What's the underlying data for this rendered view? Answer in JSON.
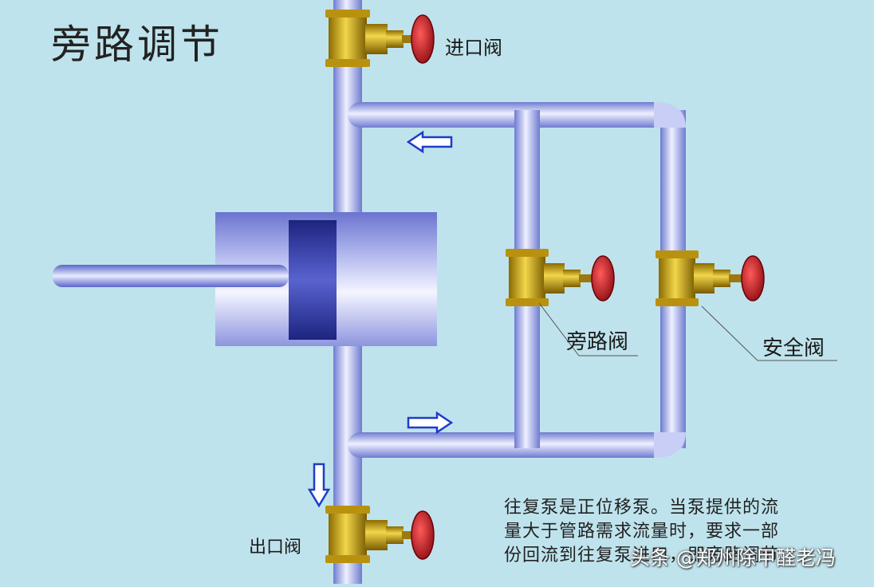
{
  "title": "旁路调节",
  "labels": {
    "inlet_valve": "进口阀",
    "bypass_valve": "旁路阀",
    "safety_valve": "安全阀",
    "outlet_valve": "出口阀"
  },
  "description": [
    "往复泵是正位移泵。当泵提供的流",
    "量大于管路需求流量时，要求一部",
    "份回流到往复泵进口，即旁路调节"
  ],
  "watermark": "头条 @郑州除甲醛老冯",
  "colors": {
    "background": "#bfe3ec",
    "pipe": "#9aa6e6",
    "valve_body": "#d9b21e",
    "handwheel": "#c0202a",
    "arrow": "#1e3cc8",
    "cylinder": "#8c94de",
    "piston": "#262f9c"
  },
  "icons": [
    "flow-arrow-left-icon",
    "flow-arrow-right-icon",
    "flow-arrow-down-icon",
    "gate-valve-icon"
  ]
}
